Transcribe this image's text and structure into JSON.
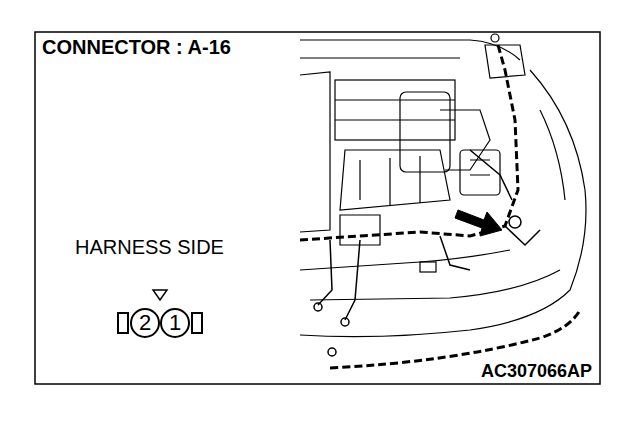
{
  "diagram": {
    "title": "CONNECTOR : A-16",
    "nodes": [
      {
        "text": [
          "2"
        ]
      },
      {
        "text": [
          "1"
        ]
      }
    ],
    "labels": [
      "HARNESS SIDE",
      "AC307066AP"
    ]
  }
}
